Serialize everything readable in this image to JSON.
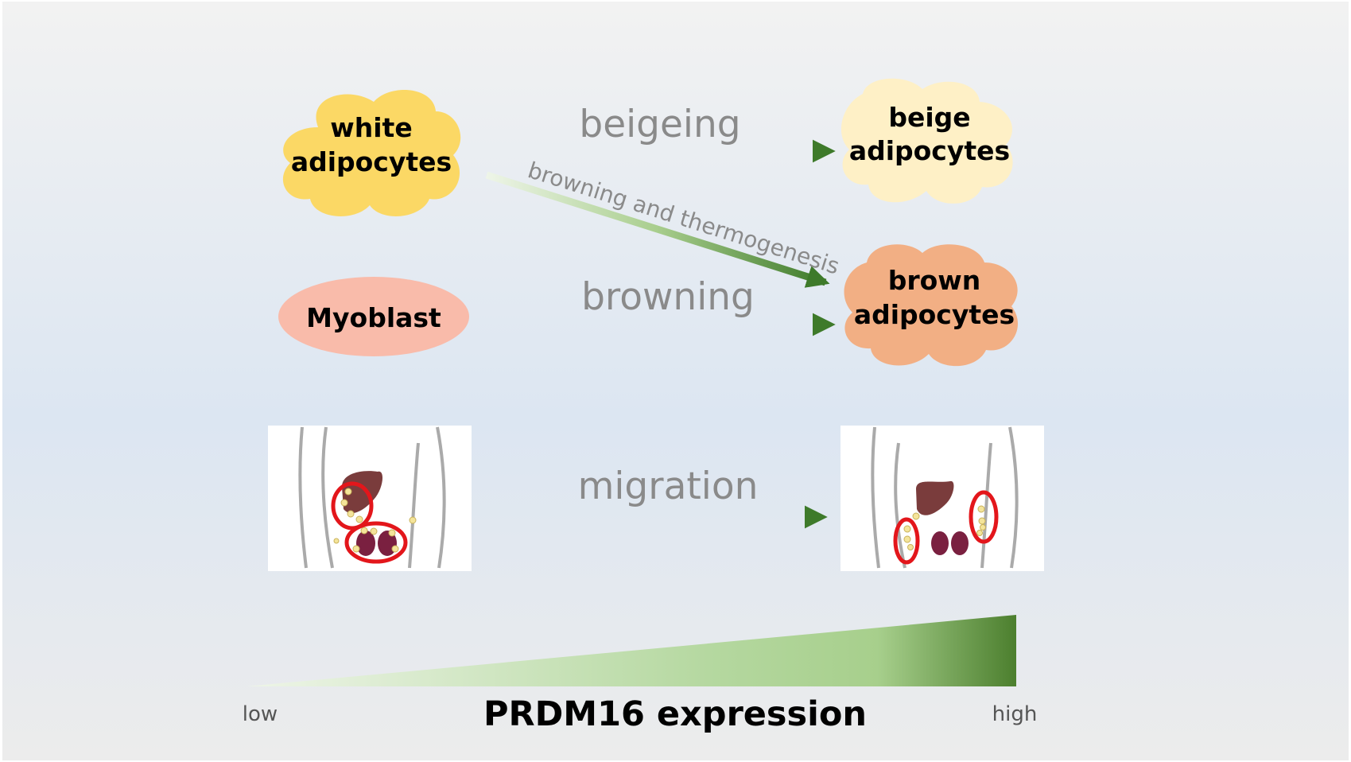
{
  "nodes": {
    "white": {
      "line1": "white",
      "line2": "adipocytes",
      "color": "#FBD865"
    },
    "beige": {
      "line1": "beige",
      "line2": "adipocytes",
      "color": "#FEF0C6"
    },
    "brown": {
      "line1": "brown",
      "line2": "adipocytes",
      "color": "#F2AF84"
    },
    "myoblast": {
      "label": "Myoblast",
      "color": "#F9BBAA"
    }
  },
  "arrows": {
    "beigeing": "beigeing",
    "browning_thermo": "browning and thermogenesis",
    "browning": "browning",
    "migration": "migration"
  },
  "expression": {
    "title": "PRDM16 expression",
    "low": "low",
    "high": "high"
  },
  "colors": {
    "arrow_dark": "#3E7A2A",
    "arrow_light": "#E4F0D8",
    "organ": "#7A3C3C",
    "fat_circle": "#E3161B"
  }
}
